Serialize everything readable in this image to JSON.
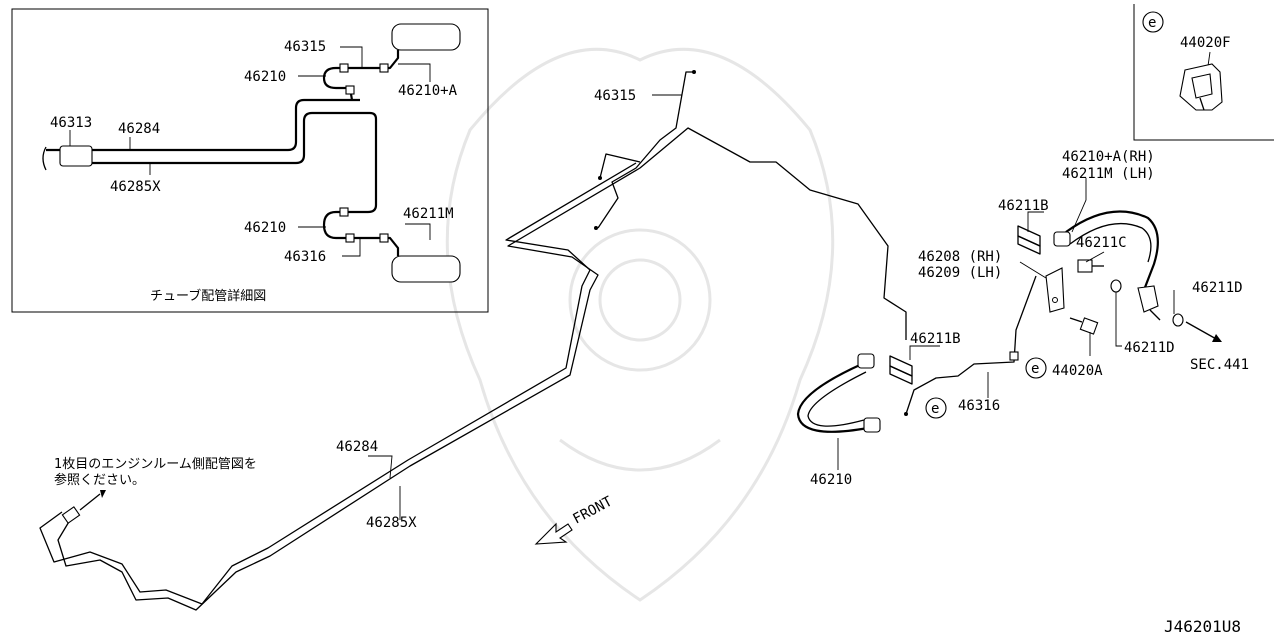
{
  "inset": {
    "caption": "チューブ配管詳細図",
    "labels": {
      "p46315": "46315",
      "p46210_top": "46210",
      "p46210a": "46210+A",
      "p46313": "46313",
      "p46284": "46284",
      "p46285x": "46285X",
      "p46210_bot": "46210",
      "p46211m": "46211M",
      "p46316": "46316"
    }
  },
  "topright_inset": {
    "ref_letter": "e",
    "part": "44020F"
  },
  "main": {
    "labels": {
      "p46315": "46315",
      "p46284": "46284",
      "p46285x": "46285X",
      "p46210": "46210",
      "p46316": "46316",
      "p46211b_top": "46211B",
      "p46211b_mid": "46211B",
      "p46208": "46208 (RH)",
      "p46209": "46209 (LH)",
      "p46210a_rh": "46210+A(RH)",
      "p46211m_lh": "46211M  (LH)",
      "p46211c": "46211C",
      "p46211d_top": "46211D",
      "p46211d_bot": "46211D",
      "p44020a": "44020A",
      "sec": "SEC.441",
      "front": "FRONT",
      "ref_e1": "e",
      "ref_e2": "e"
    },
    "note_line1": "1枚目のエンジンルーム側配管図を",
    "note_line2": "参照ください。",
    "diagram_code": "J46201U8"
  }
}
